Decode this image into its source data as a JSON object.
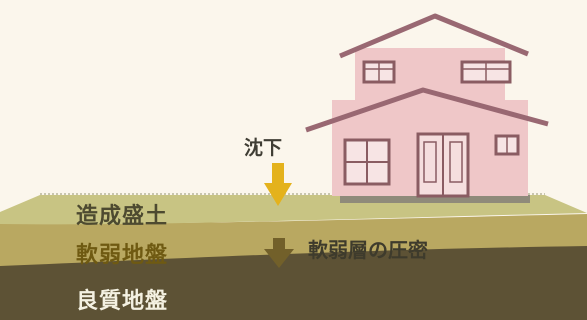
{
  "colors": {
    "background": "#fbf6ec",
    "fill_layer": "#c8c483",
    "soft_layer": "#b9a861",
    "good_layer": "#5d5235",
    "house_wall": "#efc7c8",
    "roof_outline": "#996872",
    "arrow": "#e4b21c",
    "arrow_dark": "#72602a"
  },
  "labels": {
    "fill_ground": "造成盛土",
    "soft_ground": "軟弱地盤",
    "good_ground": "良質地盤",
    "settlement": "沈下",
    "consolidation": "軟弱層の圧密"
  },
  "icons": {
    "settlement_arrow": "arrow-down-icon",
    "consolidation_arrow": "arrow-down-icon"
  }
}
